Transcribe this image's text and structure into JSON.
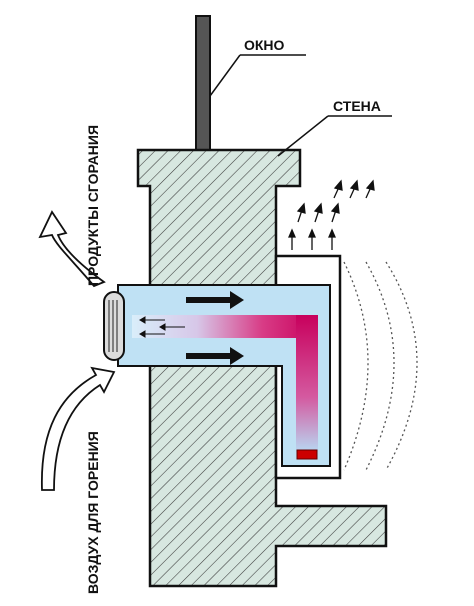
{
  "labels": {
    "window": "ОКНО",
    "wall": "СТЕНА",
    "combustion_products": "ПРОДУКТЫ СГОРАНИЯ",
    "combustion_air": "ВОЗДУХ ДЛЯ ГОРЕНИЯ"
  },
  "colors": {
    "wall_fill": "#d7e7e0",
    "hatch": "#3a3a3a",
    "pipe_outer": "#bfe1f4",
    "hot_flow": "#c8005c",
    "flame": "#cc0000",
    "arrows": "#111111"
  }
}
